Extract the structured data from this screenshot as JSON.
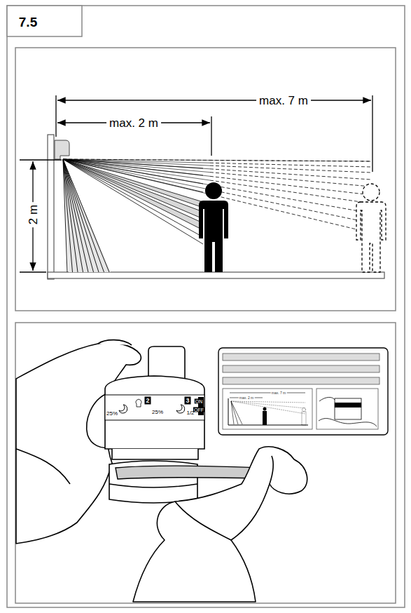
{
  "diagram": {
    "title": "7.5",
    "labels": [
      "max. 7 m",
      "max. 2 m",
      "2 m",
      "2",
      "25%",
      "25%",
      "3",
      "1/2",
      "ON",
      "OFF",
      "max. 2 m",
      "max. 7 m"
    ]
  }
}
